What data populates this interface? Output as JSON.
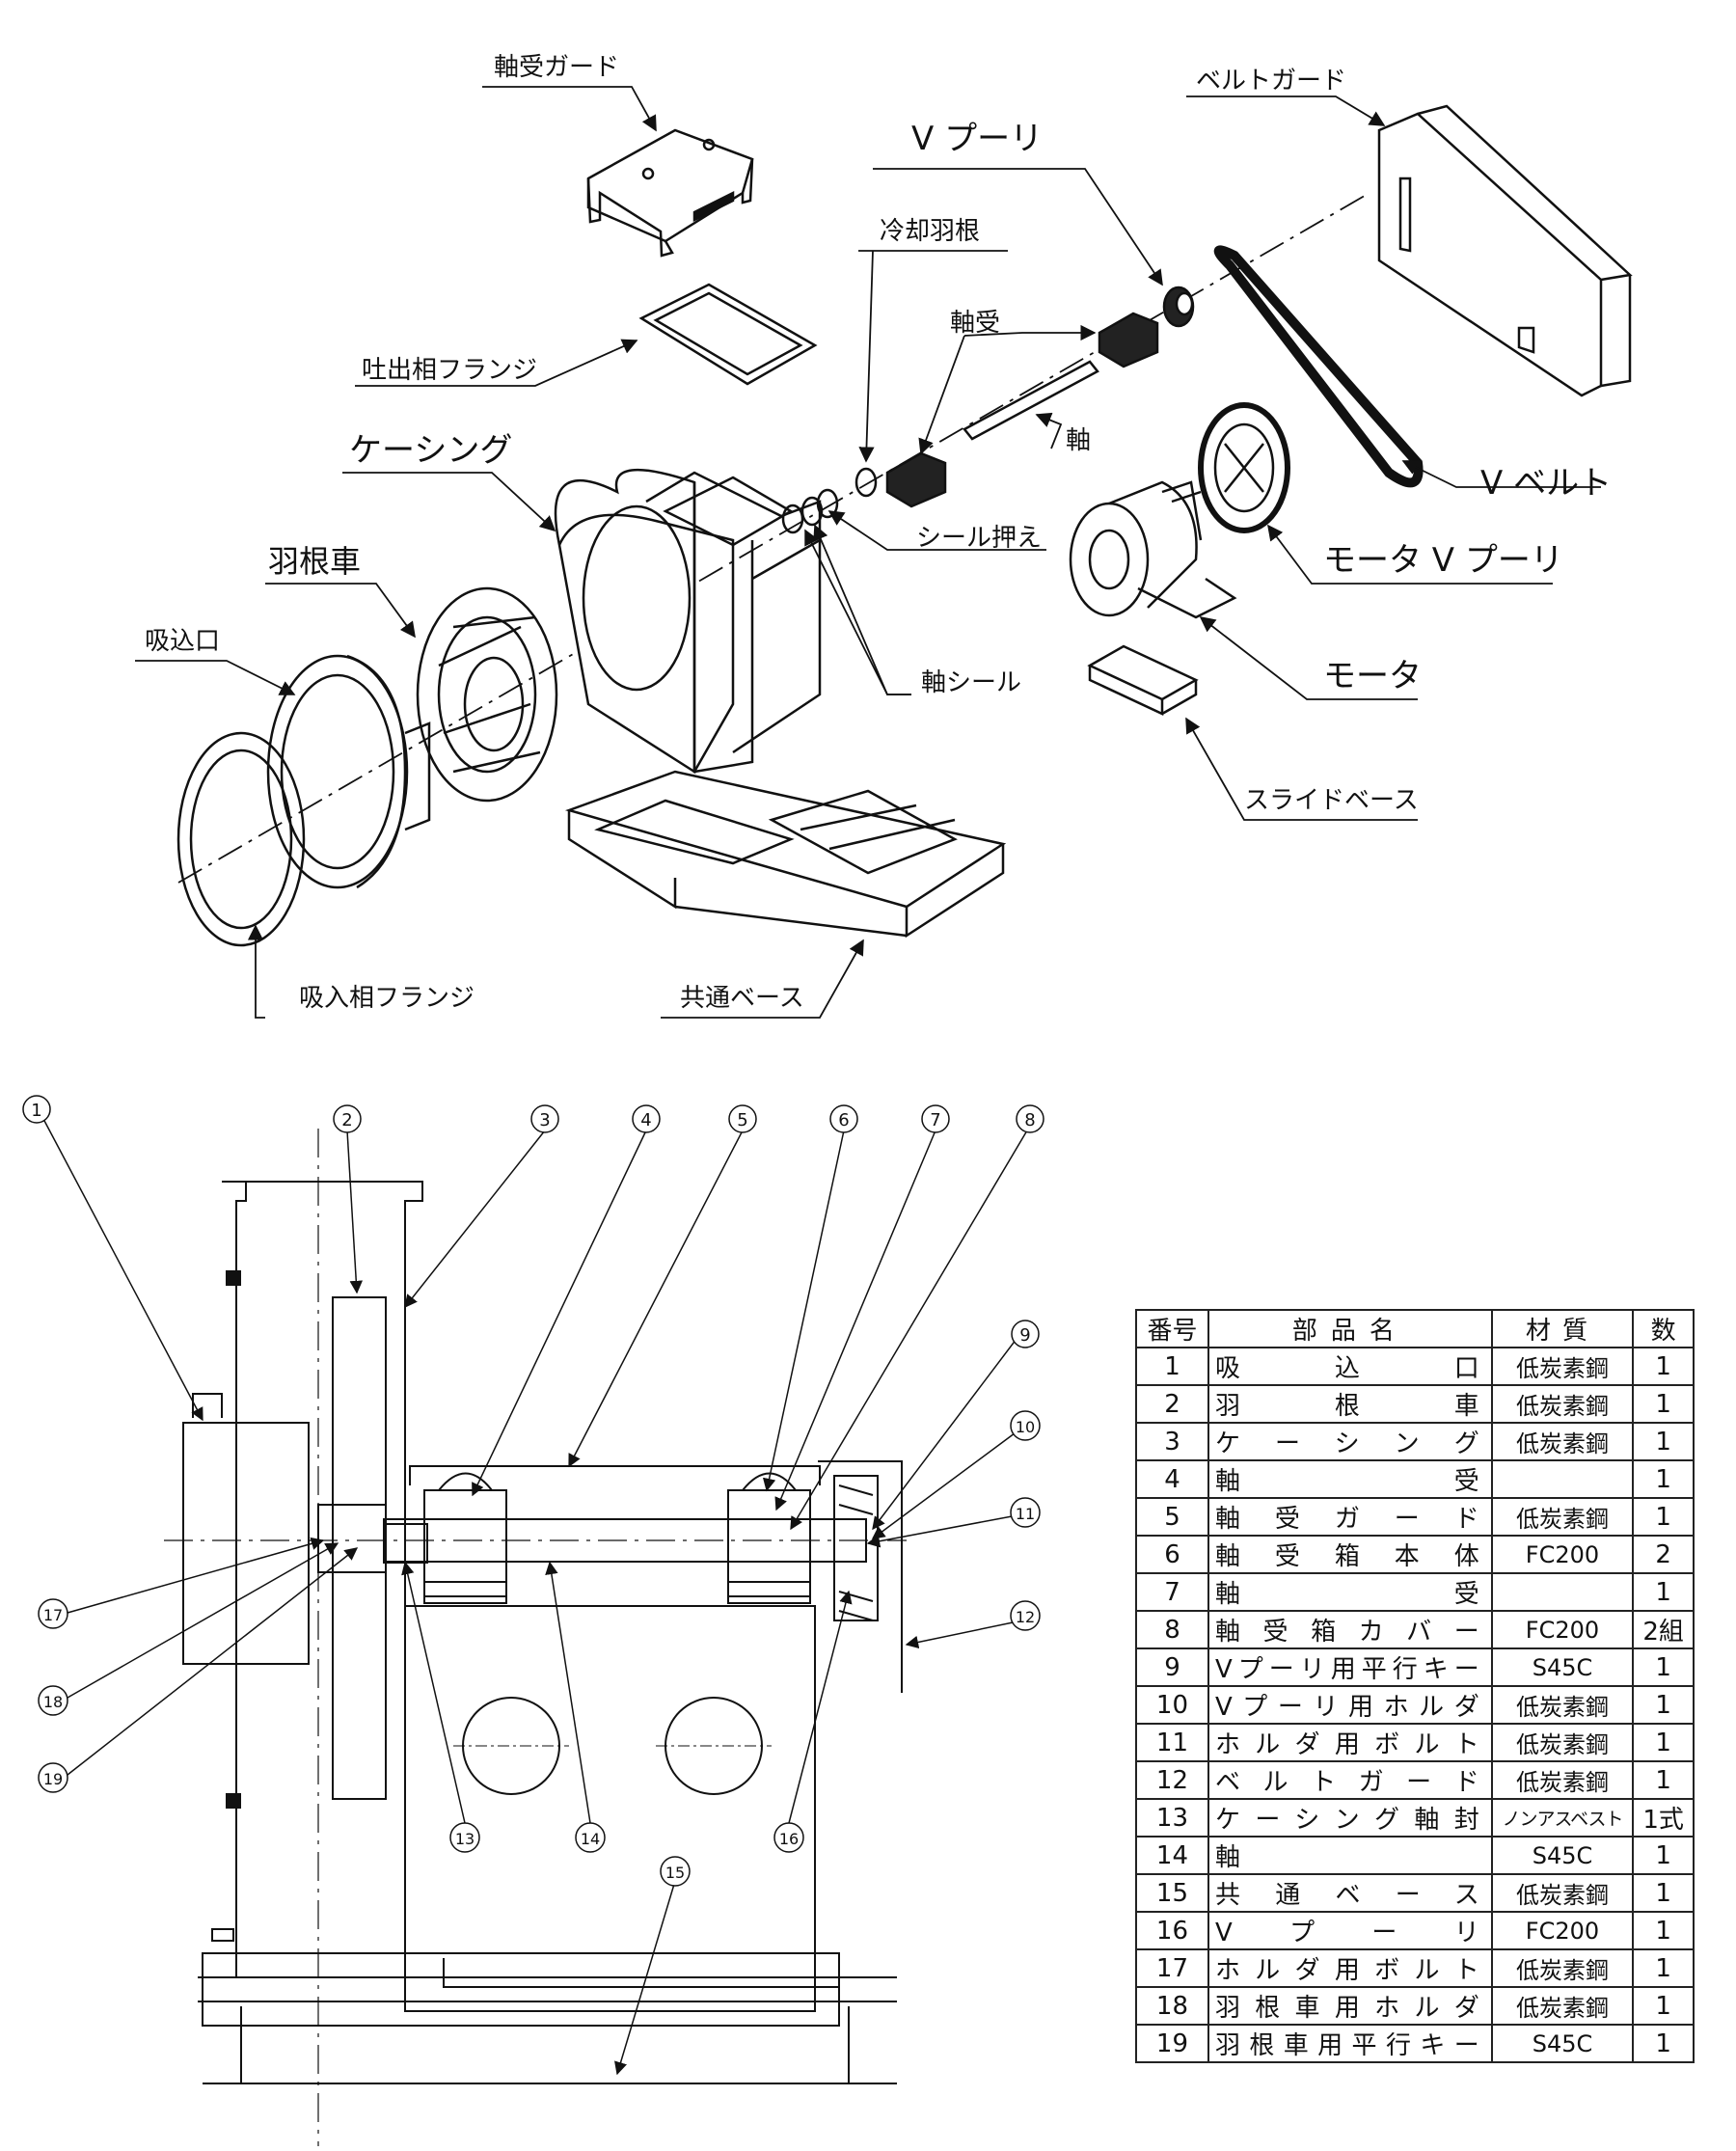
{
  "exploded_view": {
    "labels": {
      "bearing_guard": "軸受ガード",
      "outlet_flange": "吐出相フランジ",
      "casing": "ケーシング",
      "impeller": "羽根車",
      "inlet": "吸込口",
      "inlet_flange": "吸入相フランジ",
      "common_base": "共通ベース",
      "cooling_vane": "冷却羽根",
      "bearing": "軸受",
      "shaft": "軸",
      "seal_retainer": "シール押え",
      "shaft_seal": "軸シール",
      "v_pulley": "V プーリ",
      "belt_guard": "ベルトガード",
      "v_belt": "V ベルト",
      "motor_v_pulley": "モータ V プーリ",
      "motor": "モータ",
      "slide_base": "スライドベース"
    }
  },
  "section_view": {
    "callouts": [
      "1",
      "2",
      "3",
      "4",
      "5",
      "6",
      "7",
      "8",
      "9",
      "10",
      "11",
      "12",
      "13",
      "14",
      "15",
      "16",
      "17",
      "18",
      "19"
    ]
  },
  "parts_table": {
    "headers": [
      "番号",
      "部品名",
      "材質",
      "数"
    ],
    "rows": [
      {
        "no": "1",
        "name": "吸込口",
        "material": "低炭素鋼",
        "qty": "1"
      },
      {
        "no": "2",
        "name": "羽根車",
        "material": "低炭素鋼",
        "qty": "1"
      },
      {
        "no": "3",
        "name": "ケーシング",
        "material": "低炭素鋼",
        "qty": "1"
      },
      {
        "no": "4",
        "name": "軸受",
        "material": "",
        "qty": "1"
      },
      {
        "no": "5",
        "name": "軸受ガード",
        "material": "低炭素鋼",
        "qty": "1"
      },
      {
        "no": "6",
        "name": "軸受箱本体",
        "material": "FC200",
        "qty": "2"
      },
      {
        "no": "7",
        "name": "軸受",
        "material": "",
        "qty": "1"
      },
      {
        "no": "8",
        "name": "軸受箱カバー",
        "material": "FC200",
        "qty": "2組"
      },
      {
        "no": "9",
        "name": "Vプーリ用平行キー",
        "material": "S45C",
        "qty": "1"
      },
      {
        "no": "10",
        "name": "Vプーリ用ホルダ",
        "material": "低炭素鋼",
        "qty": "1"
      },
      {
        "no": "11",
        "name": "ホルダ用ボルト",
        "material": "低炭素鋼",
        "qty": "1"
      },
      {
        "no": "12",
        "name": "ベルトガード",
        "material": "低炭素鋼",
        "qty": "1"
      },
      {
        "no": "13",
        "name": "ケーシング軸封",
        "material": "ノンアスベスト",
        "qty": "1式"
      },
      {
        "no": "14",
        "name": "軸",
        "material": "S45C",
        "qty": "1"
      },
      {
        "no": "15",
        "name": "共通ベース",
        "material": "低炭素鋼",
        "qty": "1"
      },
      {
        "no": "16",
        "name": "Vプーリ",
        "material": "FC200",
        "qty": "1"
      },
      {
        "no": "17",
        "name": "ホルダ用ボルト",
        "material": "低炭素鋼",
        "qty": "1"
      },
      {
        "no": "18",
        "name": "羽根車用ホルダ",
        "material": "低炭素鋼",
        "qty": "1"
      },
      {
        "no": "19",
        "name": "羽根車用平行キー",
        "material": "S45C",
        "qty": "1"
      }
    ]
  }
}
